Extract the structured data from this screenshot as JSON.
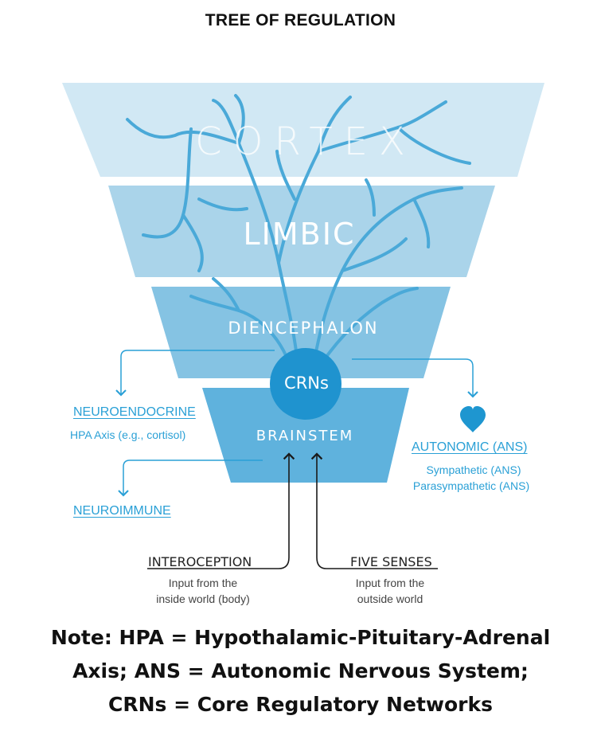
{
  "title": "TREE OF REGULATION",
  "layers": {
    "cortex": "CORTEX",
    "limbic": "LIMBIC",
    "diencephalon": "DIENCEPHALON",
    "crns": "CRNs",
    "brainstem": "BRAINSTEM"
  },
  "outputs": {
    "neuroendocrine": {
      "heading": "NEUROENDOCRINE",
      "detail": "HPA Axis (e.g., cortisol)"
    },
    "neuroimmune": {
      "heading": "NEUROIMMUNE"
    },
    "autonomic": {
      "heading": "AUTONOMIC (ANS)",
      "detail_1": "Sympathetic (ANS)",
      "detail_2": "Parasympathetic (ANS)"
    }
  },
  "inputs": {
    "interoception": {
      "heading": "INTEROCEPTION",
      "detail_1": "Input from the",
      "detail_2": "inside world (body)"
    },
    "five_senses": {
      "heading": "FIVE SENSES",
      "detail_1": "Input from the",
      "detail_2": "outside world"
    }
  },
  "note": {
    "line_1": "Note: HPA = Hypothalamic-Pituitary-Adrenal",
    "line_2": "Axis; ANS = Autonomic Nervous System;",
    "line_3": "CRNs = Core Regulatory Networks"
  },
  "colors": {
    "cortex_band": "#cfe7f3",
    "limbic_band": "#aad4ea",
    "diencephalon_band": "#85c3e3",
    "brainstem_band": "#5fb2dd",
    "crn_circle": "#1f93cf",
    "branches": "#4aa9d8",
    "accent_blue": "#2aa0d6",
    "heart": "#1e96d0",
    "input_arrows": "#1a1a1a"
  }
}
